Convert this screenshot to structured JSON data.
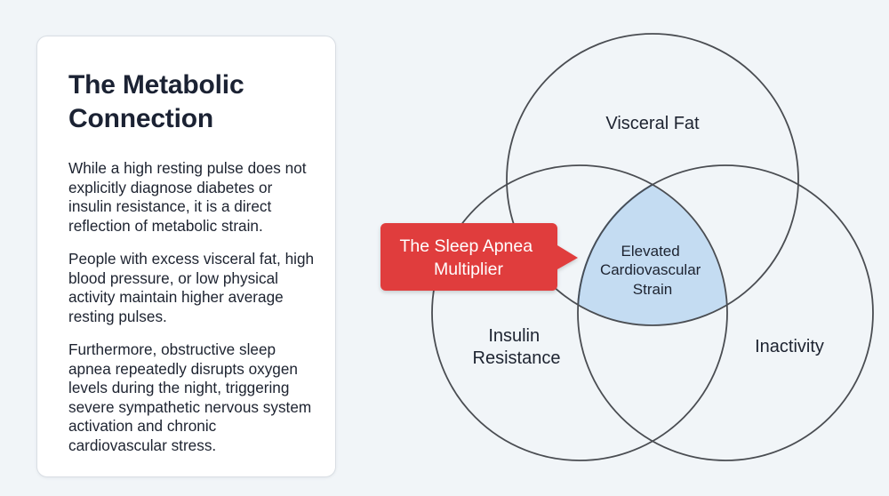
{
  "panel": {
    "title_line1": "The Metabolic",
    "title_line2": "Connection",
    "paragraphs": [
      "While a high resting pulse does not explicitly diagnose diabetes or insulin resistance, it is a direct reflection of metabolic strain.",
      "People with excess visceral fat, high blood pressure, or low physical activity maintain higher average resting pulses.",
      "Furthermore, obstructive sleep apnea repeatedly disrupts oxygen levels during the night, triggering severe sympathetic nervous system activation and chronic cardiovascular stress."
    ]
  },
  "venn": {
    "circle_a": "Visceral Fat",
    "circle_b_line1": "Insulin",
    "circle_b_line2": "Resistance",
    "circle_c": "Inactivity",
    "center_line1": "Elevated",
    "center_line2": "Cardiovascular",
    "center_line3": "Strain",
    "colors": {
      "stroke": "#4a4d52",
      "center_fill": "#c4dcf2",
      "center_stroke": "#4f86bf"
    }
  },
  "callout": {
    "line1": "The Sleep Apnea",
    "line2": "Multiplier",
    "color": "#e03c3c"
  }
}
